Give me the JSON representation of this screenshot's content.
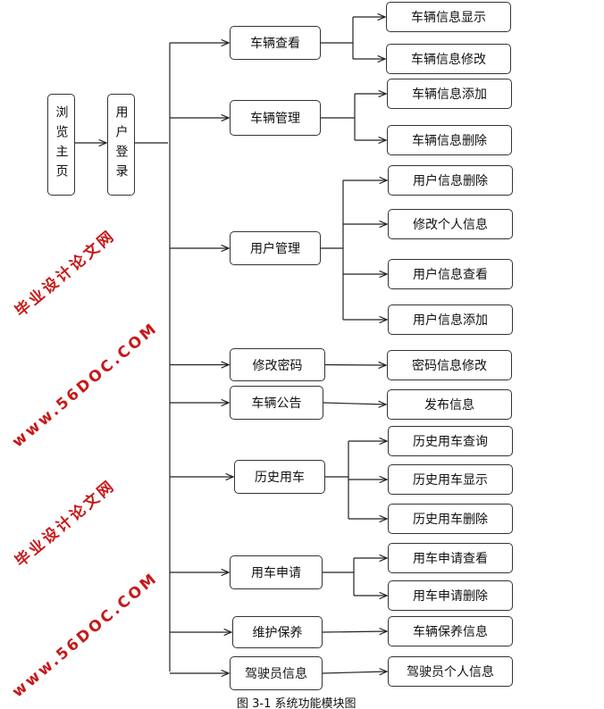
{
  "root": {
    "label": "浏览主页",
    "chars": [
      "浏",
      "览",
      "主",
      "页"
    ]
  },
  "login": {
    "label": "用户登录",
    "chars": [
      "用",
      "户",
      "登",
      "录"
    ]
  },
  "modules": [
    {
      "label": "车辆查看",
      "children": [
        "车辆信息显示",
        "车辆信息修改"
      ]
    },
    {
      "label": "车辆管理",
      "children": [
        "车辆信息添加",
        "车辆信息删除"
      ]
    },
    {
      "label": "用户管理",
      "children": [
        "用户信息删除",
        "修改个人信息",
        "用户信息查看",
        "用户信息添加"
      ]
    },
    {
      "label": "修改密码",
      "children": [
        "密码信息修改"
      ]
    },
    {
      "label": "车辆公告",
      "children": [
        "发布信息"
      ]
    },
    {
      "label": "历史用车",
      "children": [
        "历史用车查询",
        "历史用车显示",
        "历史用车删除"
      ]
    },
    {
      "label": "用车申请",
      "children": [
        "用车申请查看",
        "用车申请删除"
      ]
    },
    {
      "label": "维护保养",
      "children": [
        "车辆保养信息"
      ]
    },
    {
      "label": "驾驶员信息",
      "children": [
        "驾驶员个人信息"
      ]
    }
  ],
  "caption": "图 3-1 系统功能模块图",
  "watermarks": {
    "site_cn": "毕业设计论文网",
    "site_url": "www.56DOC.COM"
  }
}
